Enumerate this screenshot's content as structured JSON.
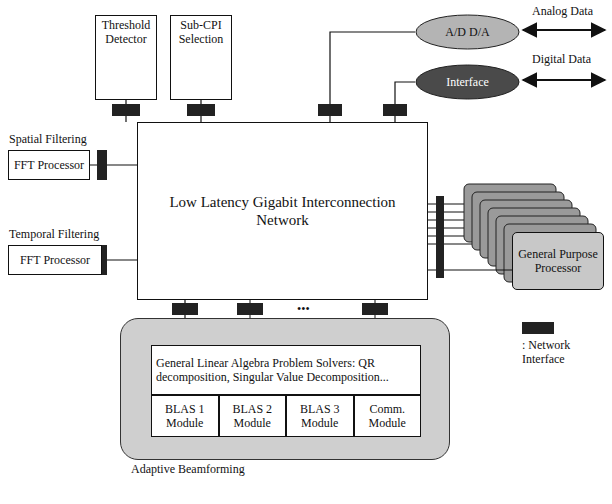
{
  "diagram": {
    "nodes": [
      {
        "text": [
          "Threshold Detector"
        ]
      },
      {
        "text": [
          "Sub-CPI Selection"
        ]
      },
      {
        "text": [
          "A/D D/A"
        ]
      },
      {
        "text": [
          "Interface"
        ]
      },
      {
        "text": [
          "Spatial Filtering",
          "FFT Processor"
        ]
      },
      {
        "text": [
          "Low Latency Gigabit Interconnection Network"
        ]
      },
      {
        "text": [
          "Temporal Filtering",
          "FFT Processor"
        ]
      },
      {
        "text": [
          "General Purpose Processor"
        ]
      },
      {
        "text": [
          "Adaptive Beamforming"
        ]
      },
      {
        "text": [
          "General Linear Algebra Problem Solvers: QR decomposition, Singular Value Decomposition..."
        ],
        "in": 8
      },
      {
        "text": [
          "BLAS 1 Module"
        ],
        "in": 8
      },
      {
        "text": [
          "BLAS 2 Module"
        ],
        "in": 8
      },
      {
        "text": [
          "BLAS 3 Module"
        ],
        "in": 8
      },
      {
        "text": [
          "Comm. Module"
        ],
        "in": 8
      }
    ],
    "edges": [
      {
        "from": 0,
        "to": 5,
        "arrow": "none"
      },
      {
        "from": 1,
        "to": 5,
        "arrow": "none"
      },
      {
        "from": 2,
        "to": 5,
        "arrow": "none"
      },
      {
        "from": 3,
        "to": 5,
        "arrow": "none"
      },
      {
        "from": 4,
        "to": 5,
        "arrow": "none"
      },
      {
        "from": 6,
        "to": 5,
        "arrow": "none"
      },
      {
        "from": 5,
        "to": 7,
        "arrow": "none"
      },
      {
        "from": 8,
        "to": 5,
        "arrow": "none"
      }
    ],
    "labels": [
      "Analog Data",
      "Digital Data",
      "•••"
    ],
    "legend": [
      {
        "text": ": Network Interface",
        "color": "#222222"
      }
    ]
  }
}
